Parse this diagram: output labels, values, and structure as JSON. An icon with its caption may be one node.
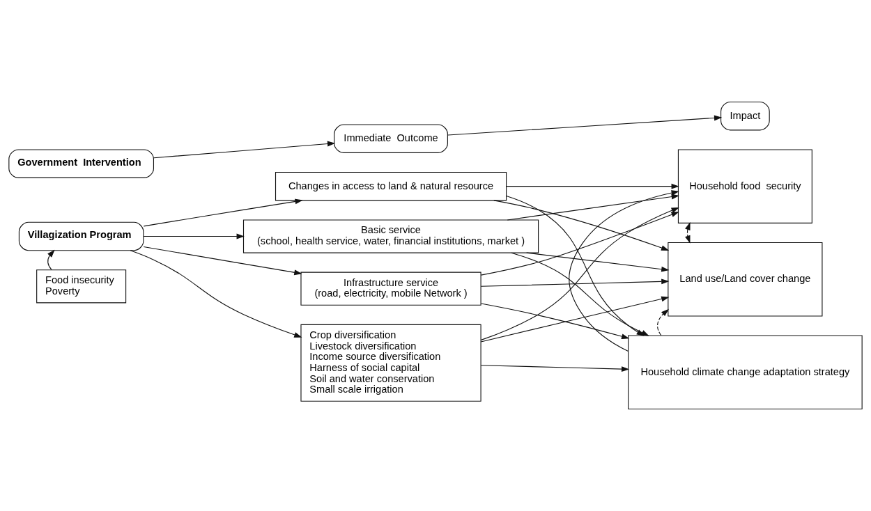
{
  "diagram": {
    "nodes": [
      {
        "text": [
          "Government  Intervention"
        ]
      },
      {
        "text": [
          "Immediate  Outcome"
        ]
      },
      {
        "text": [
          "Impact"
        ]
      },
      {
        "text": [
          "Villagization Program"
        ]
      },
      {
        "text": [
          "Food insecurity",
          "Poverty"
        ]
      },
      {
        "text": [
          "Changes in access to land & natural resource"
        ]
      },
      {
        "text": [
          "Basic service",
          "(school, health service, water, financial institutions, market )"
        ]
      },
      {
        "text": [
          "Infrastructure service",
          "(road, electricity, mobile Network )"
        ]
      },
      {
        "text": [
          "Crop diversification",
          "Livestock diversification",
          "Income source diversification",
          "Harness of social capital",
          "Soil and water conservation",
          "Small scale irrigation"
        ]
      },
      {
        "text": [
          "Household food  security"
        ]
      },
      {
        "text": [
          "Land use/Land cover change"
        ]
      },
      {
        "text": [
          "Household climate change adaptation strategy"
        ]
      }
    ],
    "edges": [
      {
        "from": 0,
        "to": 1,
        "arrow": "to"
      },
      {
        "from": 1,
        "to": 2,
        "arrow": "to"
      },
      {
        "from": 4,
        "to": 3,
        "arrow": "to"
      },
      {
        "from": 3,
        "to": 5,
        "arrow": "to"
      },
      {
        "from": 3,
        "to": 6,
        "arrow": "to"
      },
      {
        "from": 3,
        "to": 7,
        "arrow": "to"
      },
      {
        "from": 3,
        "to": 8,
        "arrow": "to"
      },
      {
        "from": 5,
        "to": 9,
        "arrow": "to"
      },
      {
        "from": 5,
        "to": 10,
        "arrow": "to"
      },
      {
        "from": 5,
        "to": 11,
        "arrow": "to"
      },
      {
        "from": 6,
        "to": 9,
        "arrow": "to"
      },
      {
        "from": 6,
        "to": 10,
        "arrow": "to"
      },
      {
        "from": 6,
        "to": 11,
        "arrow": "to"
      },
      {
        "from": 7,
        "to": 9,
        "arrow": "to"
      },
      {
        "from": 7,
        "to": 10,
        "arrow": "to"
      },
      {
        "from": 7,
        "to": 11,
        "arrow": "to"
      },
      {
        "from": 8,
        "to": 9,
        "arrow": "to"
      },
      {
        "from": 8,
        "to": 10,
        "arrow": "to"
      },
      {
        "from": 8,
        "to": 11,
        "arrow": "to"
      },
      {
        "from": 9,
        "to": 10,
        "arrow": "both",
        "style": "dashed"
      },
      {
        "from": 11,
        "to": 10,
        "arrow": "to",
        "style": "dashed"
      },
      {
        "from": 11,
        "to": 9,
        "arrow": "to"
      }
    ]
  }
}
